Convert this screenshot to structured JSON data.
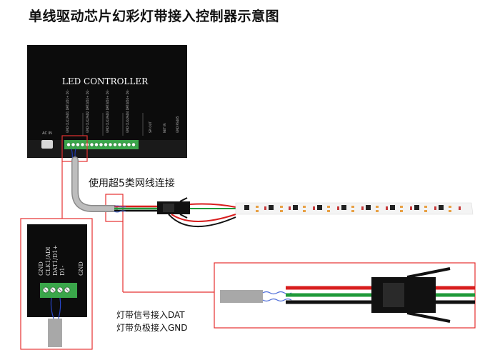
{
  "title": "单线驱动芯片幻彩灯带接入控制器示意图",
  "controller": {
    "name": "LED CONTROLLER",
    "power_label": "AC IN",
    "port_labels": [
      "GND\nCLK1/ADI\nDAT1/D1+\nD1-",
      "GND\nCLK2/AD2\nDAT2/D2+\nD2-",
      "GND\nCLK3/AD3\nDAT3/D3+\nD3-",
      "GND\nCLK4/AD4\nDAT4/D4+\nD4-"
    ],
    "right_labels": [
      "SPI OUT",
      "NET IN",
      "GND RS485"
    ]
  },
  "cable_label": "使用超5类网线连接",
  "zoom_terminal_labels": [
    "GND",
    "CLK1/ADI",
    "DAT1/D1+",
    "D1-"
  ],
  "zoom_terminal_extra": "GND",
  "notes": [
    "灯带信号接入DAT",
    "灯带负极接入GND"
  ],
  "colors": {
    "red_outline": "#e53030",
    "wire_red": "#d81e1e",
    "wire_green": "#1f9a3a",
    "wire_black": "#111111",
    "terminal_green": "#3aa64a",
    "cable_gray": "#a8a8a8"
  }
}
